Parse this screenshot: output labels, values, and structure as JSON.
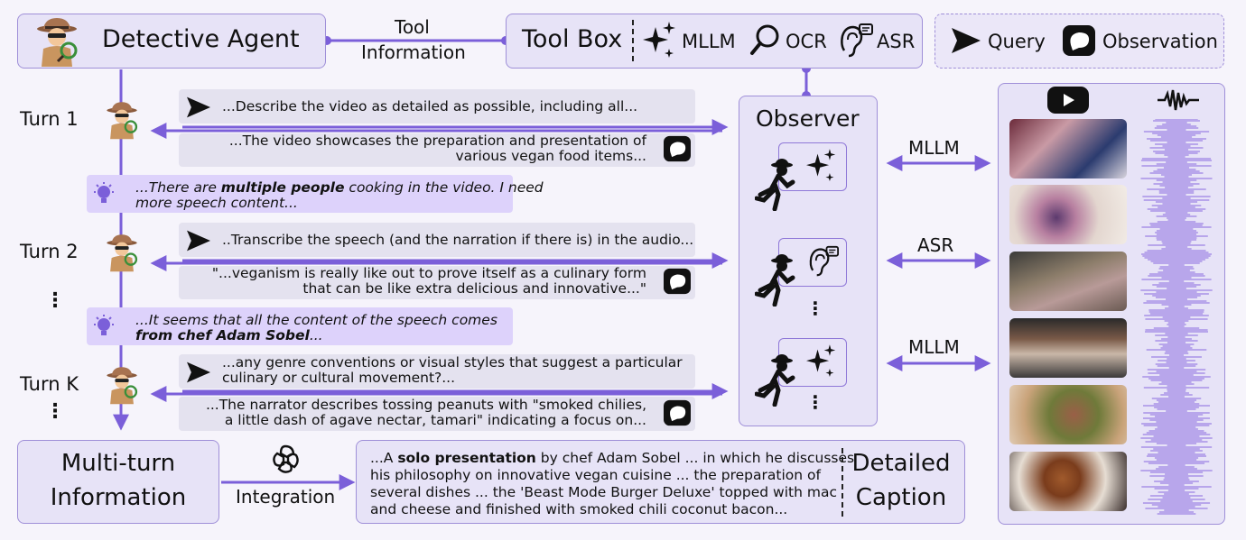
{
  "colors": {
    "accent": "#7b5fd9",
    "panel_fill": "#e7e3f7",
    "thought_fill": "#ddd2fb",
    "bubble_fill": "#e4e2ef"
  },
  "agent": {
    "title": "Detective Agent",
    "icon": "detective-icon"
  },
  "tool_information": {
    "line1": "Tool",
    "line2": "Information"
  },
  "toolbox": {
    "title": "Tool Box",
    "tools": [
      {
        "label": "MLLM",
        "icon": "sparkle-icon"
      },
      {
        "label": "OCR",
        "icon": "magnifier-icon"
      },
      {
        "label": "ASR",
        "icon": "ear-icon"
      }
    ]
  },
  "legend": {
    "query_label": "Query",
    "observation_label": "Observation"
  },
  "turns": [
    {
      "label": "Turn 1",
      "query": "...Describe the video as detailed as possible, including all...",
      "observation": [
        "...The video showcases the preparation and presentation of",
        "various vegan food items..."
      ]
    },
    {
      "label": "Turn 2",
      "query": "..Transcribe the speech (and the narration if there is) in the audio...",
      "observation": [
        "\"...veganism is really like out to prove itself as a culinary form",
        "that can be like extra delicious and innovative...\""
      ]
    },
    {
      "label": "Turn K",
      "query": [
        "...any genre conventions or visual styles that suggest a particular",
        "culinary or cultural movement?..."
      ],
      "observation": [
        "...The narrator describes tossing peanuts with \"smoked chilies,",
        "a little dash of agave nectar, tamari\" indicating a focus on..."
      ]
    }
  ],
  "thoughts": [
    {
      "l1_pre": "...There are ",
      "l1_bold": "multiple people",
      "l1_post": " cooking in the video. I need",
      "l2": "more speech content..."
    },
    {
      "l1": "...It seems that all the content of the speech comes",
      "l2_bold": "from chef Adam Sobel",
      "l2_post": "..."
    }
  ],
  "observer": {
    "title": "Observer"
  },
  "tool_arrows": [
    "MLLM",
    "ASR",
    "MLLM"
  ],
  "multi_turn": {
    "line1": "Multi-turn",
    "line2": "Information"
  },
  "integration_label": "Integration",
  "caption": {
    "lines": [
      {
        "pre": "...A ",
        "bold": "solo presentation",
        "post": " by chef Adam Sobel ... in which he discusses"
      },
      {
        "pre": "his philosophy on innovative vegan cuisine ... the preparation of",
        "bold": "",
        "post": ""
      },
      {
        "pre": "several dishes ... the 'Beast Mode Burger Deluxe' topped with mac",
        "bold": "",
        "post": ""
      },
      {
        "pre": "and cheese and finished with smoked chili coconut bacon...",
        "bold": "",
        "post": ""
      }
    ],
    "title_line1": "Detailed",
    "title_line2": "Caption"
  }
}
